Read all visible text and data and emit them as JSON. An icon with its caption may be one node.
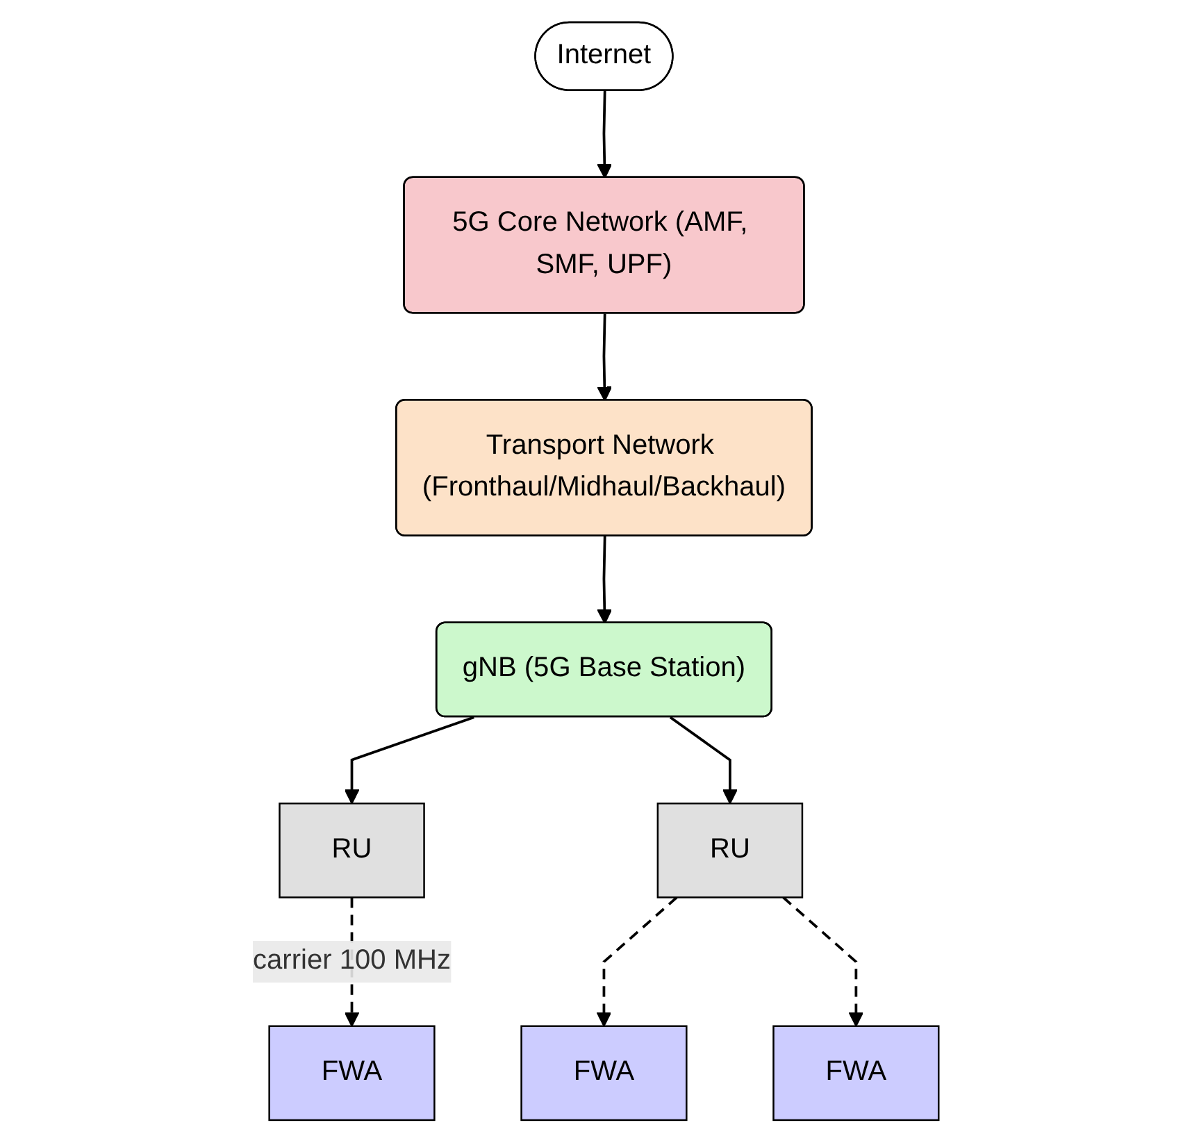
{
  "diagram": {
    "nodes": [
      {
        "text": [
          "Internet"
        ]
      },
      {
        "text": [
          "5G Core Network (AMF, SMF, UPF)"
        ]
      },
      {
        "text": [
          "Transport Network (Fronthaul/Midhaul/Backhaul)"
        ]
      },
      {
        "text": [
          "gNB (5G Base Station)"
        ]
      },
      {
        "text": [
          "RU"
        ]
      },
      {
        "text": [
          "RU"
        ]
      },
      {
        "text": [
          "FWA"
        ]
      },
      {
        "text": [
          "FWA"
        ]
      },
      {
        "text": [
          "FWA"
        ]
      }
    ],
    "edges": [
      {
        "from": 0,
        "to": 1,
        "arrow": "to"
      },
      {
        "from": 1,
        "to": 2,
        "arrow": "to"
      },
      {
        "from": 2,
        "to": 3,
        "arrow": "to"
      },
      {
        "from": 3,
        "to": 4,
        "arrow": "to"
      },
      {
        "from": 3,
        "to": 5,
        "arrow": "to"
      },
      {
        "from": 4,
        "to": 6,
        "arrow": "to",
        "style": "dashed",
        "label": "carrier 100 MHz"
      },
      {
        "from": 5,
        "to": 7,
        "arrow": "to",
        "style": "dashed"
      },
      {
        "from": 5,
        "to": 8,
        "arrow": "to",
        "style": "dashed"
      }
    ]
  }
}
